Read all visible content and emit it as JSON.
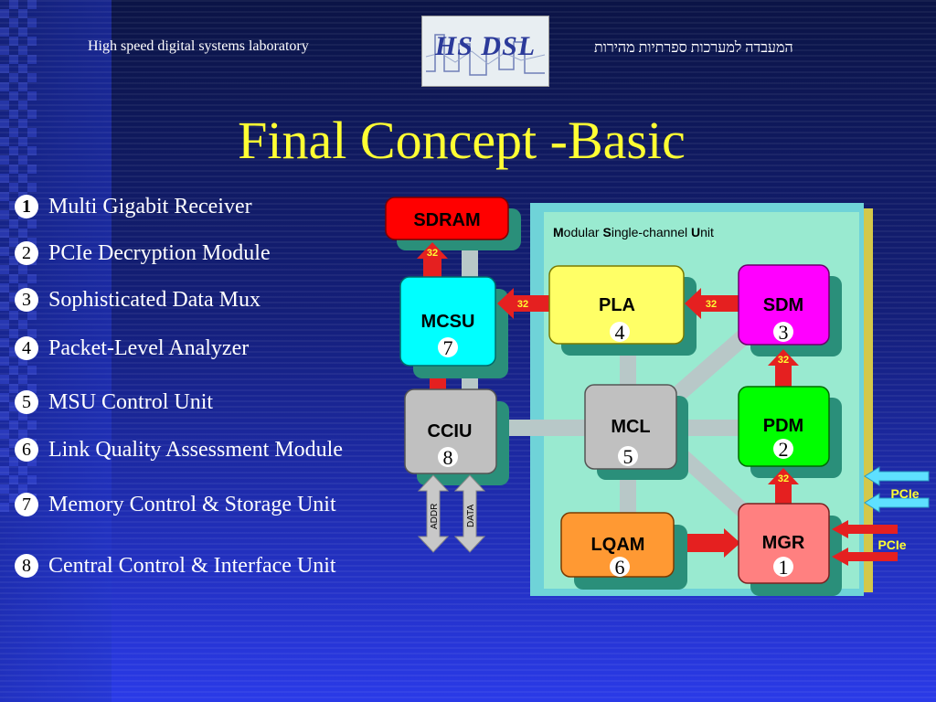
{
  "header": {
    "lab_english": "High speed digital systems laboratory",
    "lab_hebrew": "המעבדה למערכות ספרתיות מהירות",
    "logo_text": "HS DSL"
  },
  "title": "Final Concept -Basic",
  "legend": [
    {
      "num": "1",
      "label": "Multi Gigabit Receiver"
    },
    {
      "num": "2",
      "label": "PCIe Decryption Module"
    },
    {
      "num": "3",
      "label": "Sophisticated Data Mux"
    },
    {
      "num": "4",
      "label": "Packet-Level Analyzer"
    },
    {
      "num": "5",
      "label": "MSU Control Unit"
    },
    {
      "num": "6",
      "label": "Link Quality Assessment Module"
    },
    {
      "num": "7",
      "label": "Memory Control & Storage Unit"
    },
    {
      "num": "8",
      "label": "Central Control & Interface Unit"
    }
  ],
  "diagram": {
    "msu_title_parts": [
      "M",
      "odular ",
      "S",
      "ingle-channel ",
      "U",
      "nit"
    ],
    "blocks": {
      "sdram": {
        "label": "SDRAM",
        "color": "#ff0000"
      },
      "mcsu": {
        "label": "MCSU",
        "num": "7",
        "color": "#00ffff"
      },
      "cciu": {
        "label": "CCIU",
        "num": "8",
        "color": "#c0c0c0"
      },
      "pla": {
        "label": "PLA",
        "num": "4",
        "color": "#ffff66"
      },
      "sdm": {
        "label": "SDM",
        "num": "3",
        "color": "#ff00ff"
      },
      "mcl": {
        "label": "MCL",
        "num": "5",
        "color": "#c0c0c0"
      },
      "pdm": {
        "label": "PDM",
        "num": "2",
        "color": "#00ff00"
      },
      "lqam": {
        "label": "LQAM",
        "num": "6",
        "color": "#ff9933"
      },
      "mgr": {
        "label": "MGR",
        "num": "1",
        "color": "#ff8080"
      }
    },
    "bus_widths": {
      "sdram_mcsu": "32",
      "pla_mcsu": "32",
      "sdm_pla": "32",
      "pdm_sdm": "32",
      "mgr_pdm": "32"
    },
    "io_labels": {
      "addr": "ADDR",
      "data": "DATA",
      "pcie_out": "PCIe",
      "pcie_in": "PCIe"
    }
  }
}
